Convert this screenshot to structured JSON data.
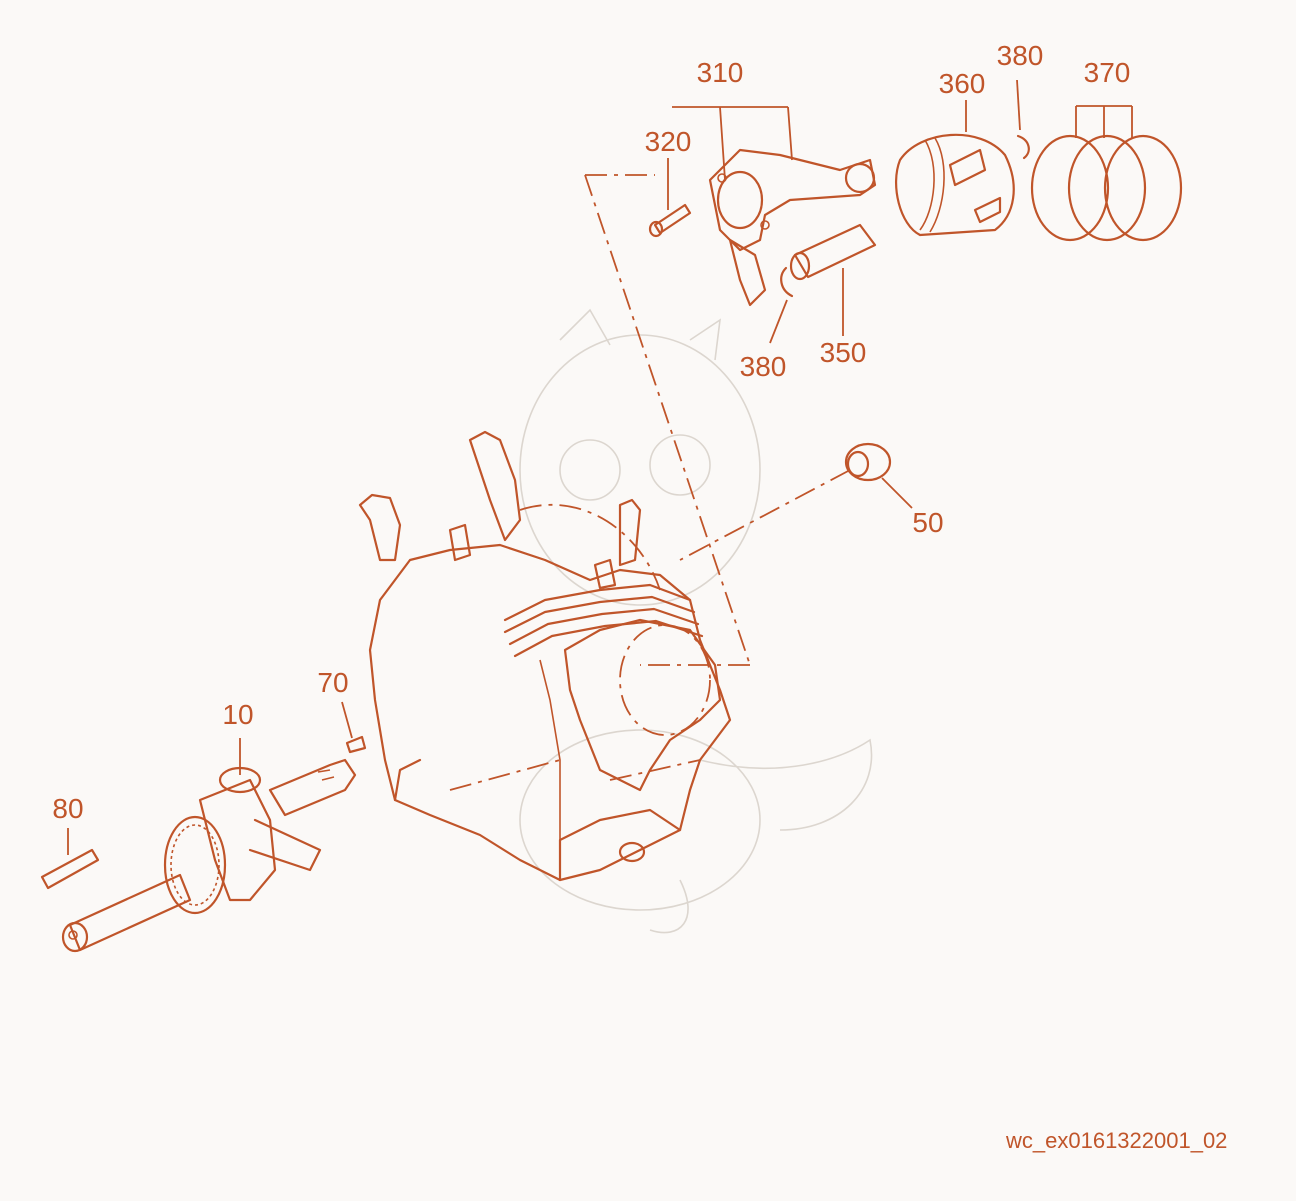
{
  "diagram": {
    "callouts": {
      "c310": "310",
      "c320": "320",
      "c360": "360",
      "c380_top": "380",
      "c370": "370",
      "c380_bottom": "380",
      "c350": "350",
      "c50": "50",
      "c70": "70",
      "c10": "10",
      "c80": "80"
    },
    "reference_code": "wc_ex0161322001_02",
    "colors": {
      "line": "#c0552a",
      "background": "#fbf9f7",
      "watermark": "#dcd6cf"
    }
  }
}
